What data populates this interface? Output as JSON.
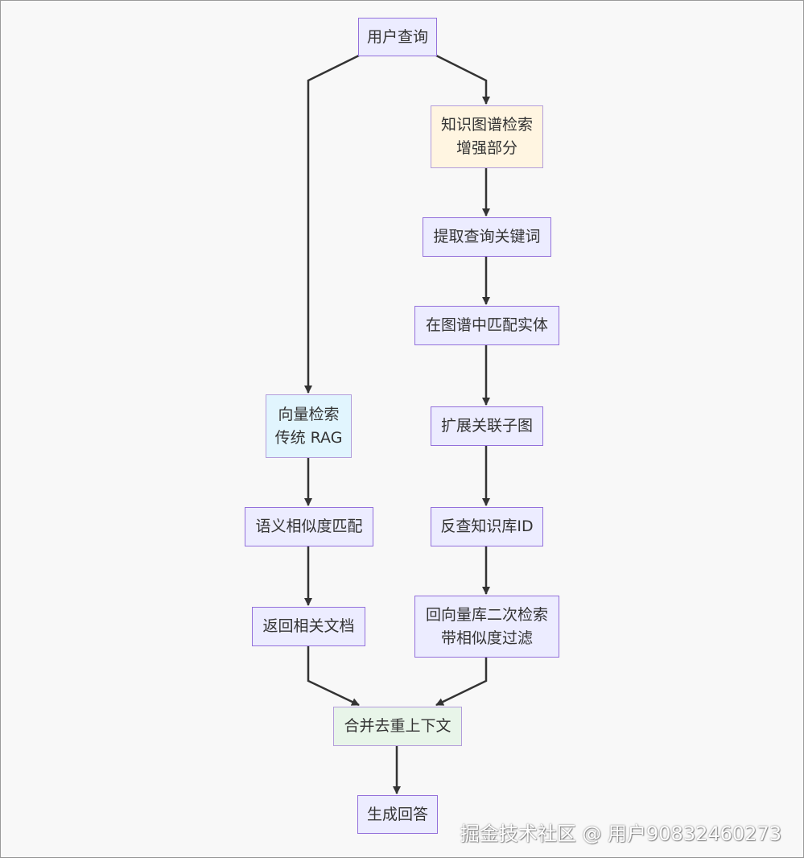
{
  "nodes": {
    "user_query": "用户查询",
    "kg_title": "知识图谱检索",
    "kg_subtitle": "增强部分",
    "extract_keywords": "提取查询关键词",
    "match_entities": "在图谱中匹配实体",
    "expand_subgraph": "扩展关联子图",
    "lookup_kb_id": "反查知识库ID",
    "second_search_line1": "回向量库二次检索",
    "second_search_line2": "带相似度过滤",
    "vector_title": "向量检索",
    "vector_subtitle": "传统 RAG",
    "semantic_match": "语义相似度匹配",
    "return_docs": "返回相关文档",
    "merge_dedupe": "合并去重上下文",
    "generate_answer": "生成回答"
  },
  "colors": {
    "edge": "#333333",
    "node_border": "#9370db",
    "node_fill": "#ececff",
    "kg_fill": "#fff5e1",
    "vector_fill": "#e1f5fe",
    "merge_fill": "#e8f5e9"
  },
  "watermark": "掘金技术社区 @ 用户90832460273"
}
